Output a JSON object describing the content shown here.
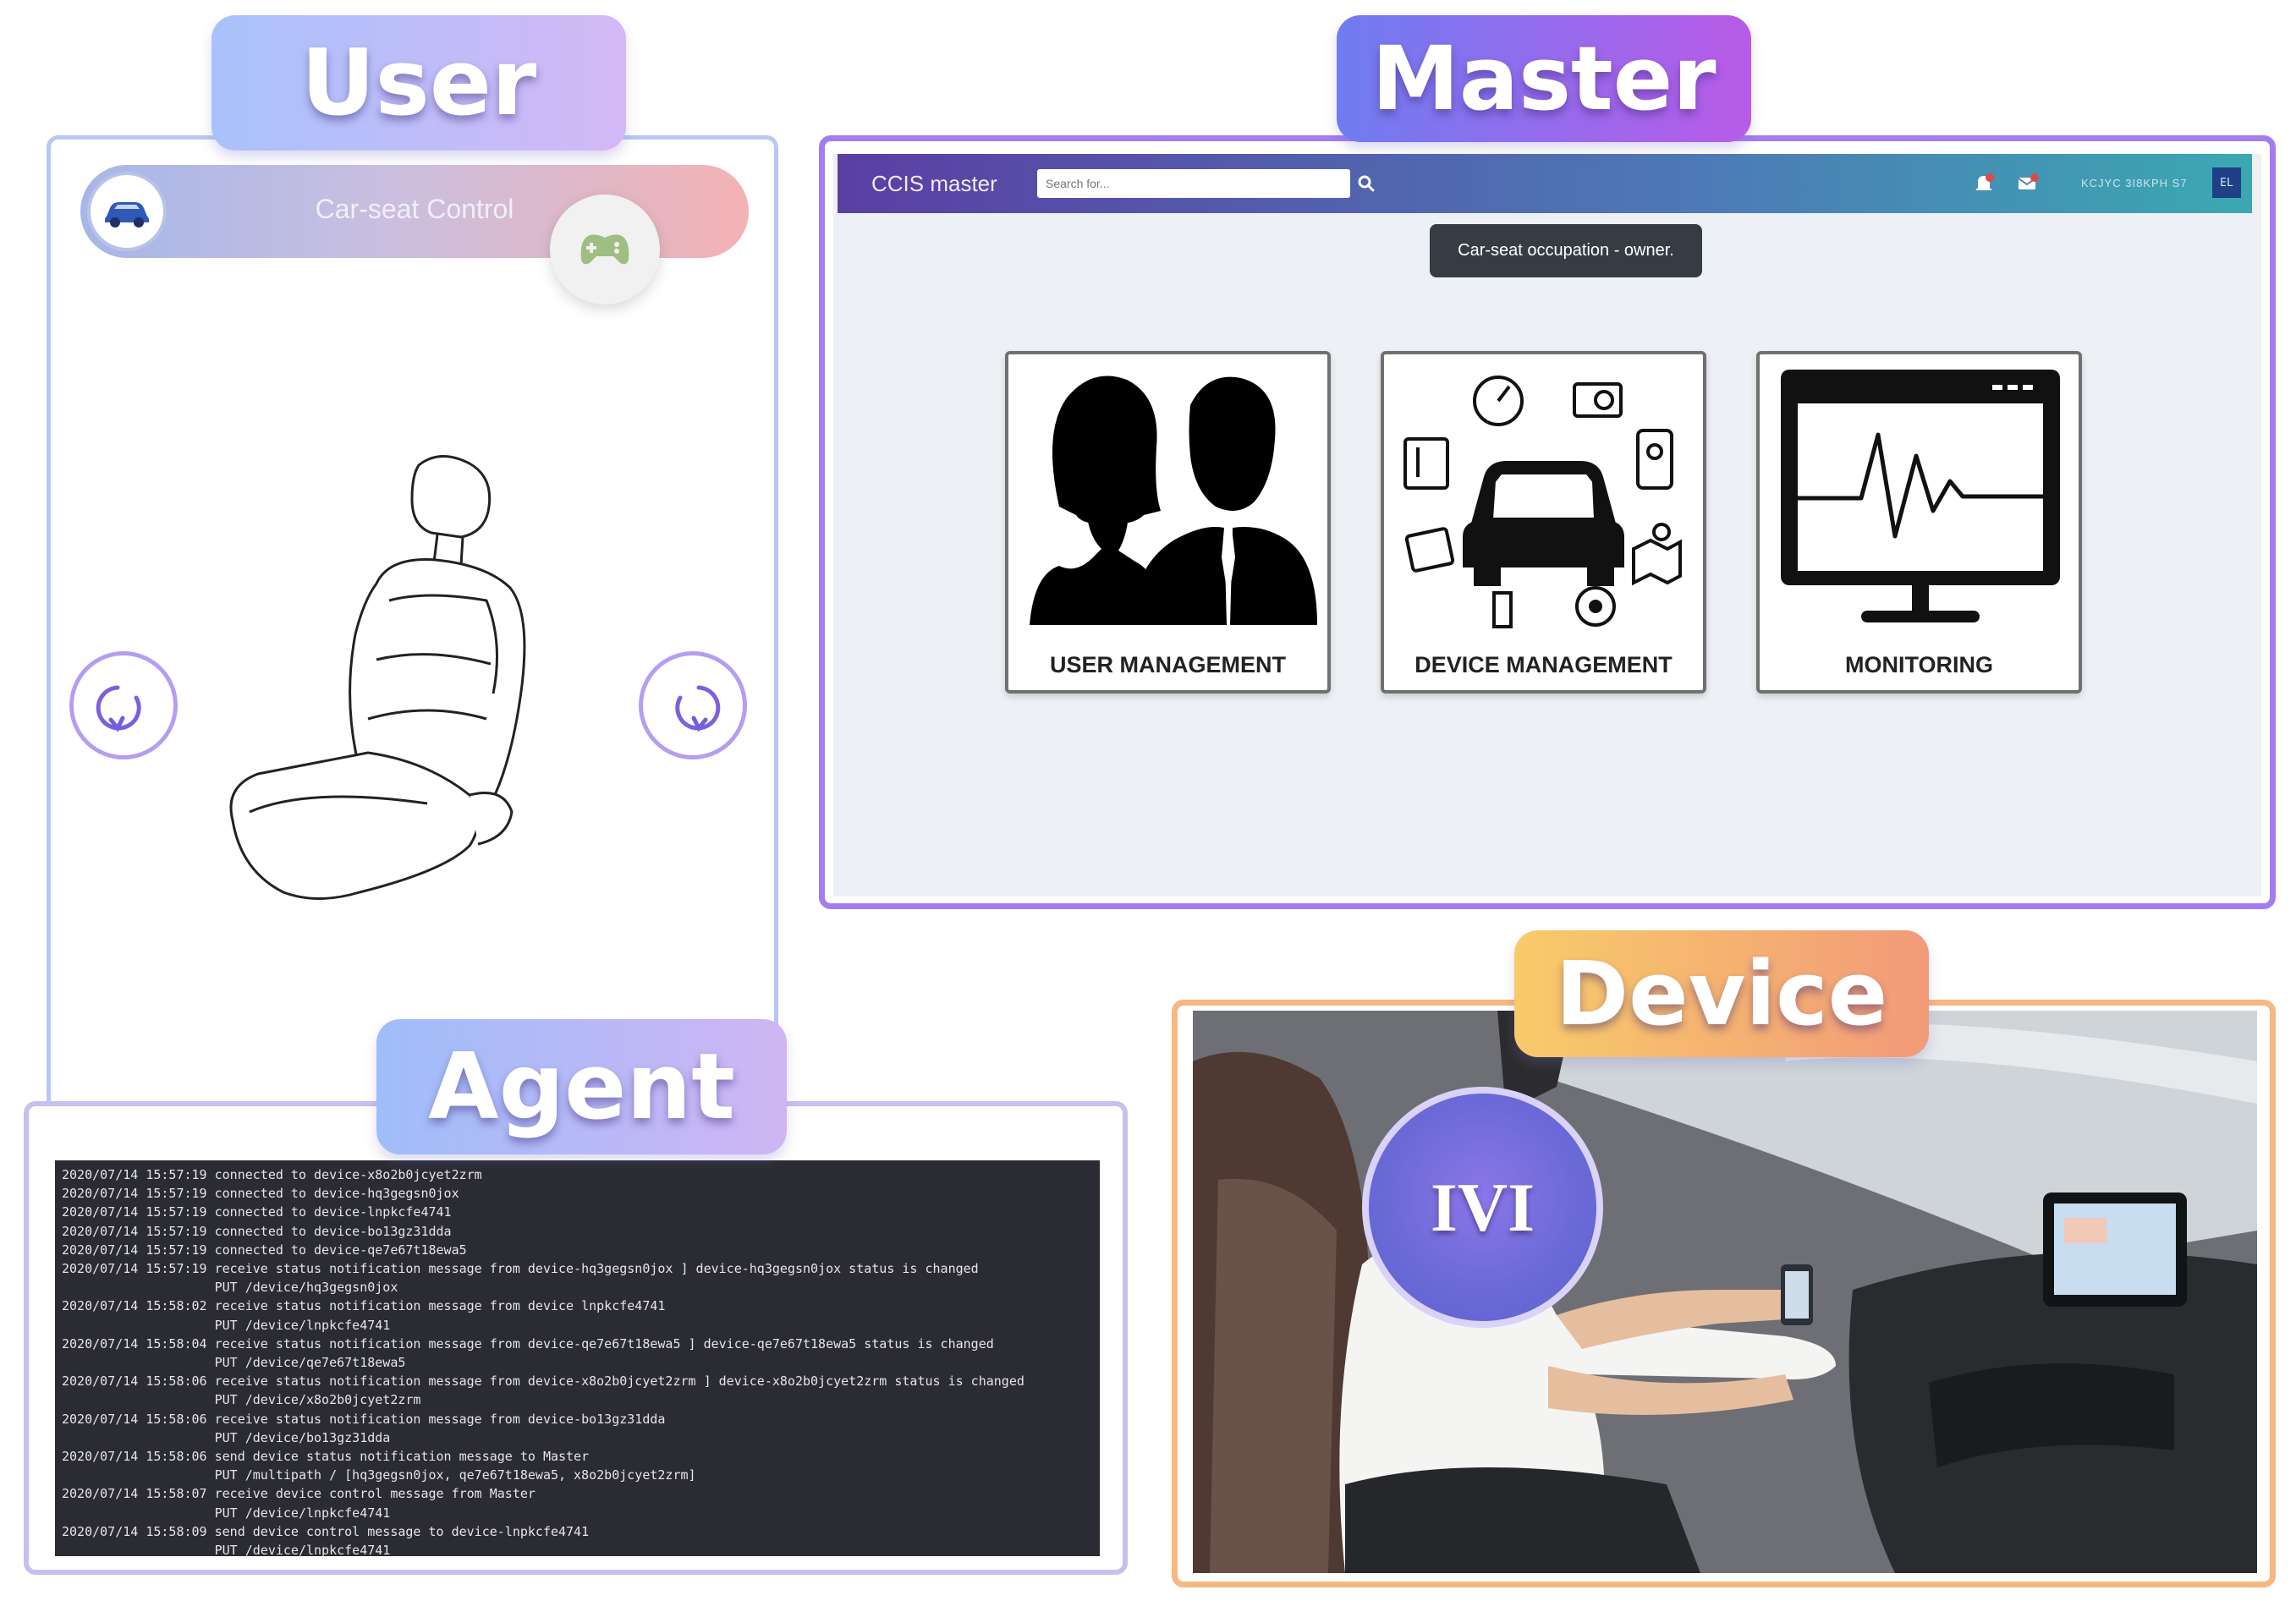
{
  "sections": {
    "user": "User",
    "master": "Master",
    "agent": "Agent",
    "device": "Device"
  },
  "user_app": {
    "title": "Car-seat Control",
    "icons": [
      "car-icon",
      "gamepad-icon",
      "rotate-left-icon",
      "rotate-right-icon",
      "car-seat-icon"
    ]
  },
  "master_app": {
    "brand": "CCIS master",
    "search_placeholder": "Search for...",
    "user_name": "KCJYC 3I8KPH S7",
    "avatar_text": "EL",
    "tooltip": "Car-seat occupation - owner.",
    "cards": [
      {
        "label": "USER MANAGEMENT",
        "icon": "users-icon"
      },
      {
        "label": "DEVICE MANAGEMENT",
        "icon": "car-devices-icon"
      },
      {
        "label": "MONITORING",
        "icon": "monitor-heartbeat-icon"
      }
    ],
    "colors": {
      "nav_start": "#5a3fa3",
      "nav_end": "#3ba8b2",
      "tooltip_bg": "#363c44"
    }
  },
  "agent_log": [
    "2020/07/14 15:57:19 connected to device-x8o2b0jcyet2zrm",
    "2020/07/14 15:57:19 connected to device-hq3gegsn0jox",
    "2020/07/14 15:57:19 connected to device-lnpkcfe4741",
    "2020/07/14 15:57:19 connected to device-bo13gz31dda",
    "2020/07/14 15:57:19 connected to device-qe7e67t18ewa5",
    "2020/07/14 15:57:19 receive status notification message from device-hq3gegsn0jox ] device-hq3gegsn0jox status is changed",
    "                    PUT /device/hq3gegsn0jox",
    "2020/07/14 15:58:02 receive status notification message from device lnpkcfe4741",
    "                    PUT /device/lnpkcfe4741",
    "2020/07/14 15:58:04 receive status notification message from device-qe7e67t18ewa5 ] device-qe7e67t18ewa5 status is changed",
    "                    PUT /device/qe7e67t18ewa5",
    "2020/07/14 15:58:06 receive status notification message from device-x8o2b0jcyet2zrm ] device-x8o2b0jcyet2zrm status is changed",
    "                    PUT /device/x8o2b0jcyet2zrm",
    "2020/07/14 15:58:06 receive status notification message from device-bo13gz31dda",
    "                    PUT /device/bo13gz31dda",
    "2020/07/14 15:58:06 send device status notification message to Master",
    "                    PUT /multipath / [hq3gegsn0jox, qe7e67t18ewa5, x8o2b0jcyet2zrm]",
    "2020/07/14 15:58:07 receive device control message from Master",
    "                    PUT /device/lnpkcfe4741",
    "2020/07/14 15:58:09 send device control message to device-lnpkcfe4741",
    "                    PUT /device/lnpkcfe4741"
  ],
  "device": {
    "badge": "IVI"
  }
}
